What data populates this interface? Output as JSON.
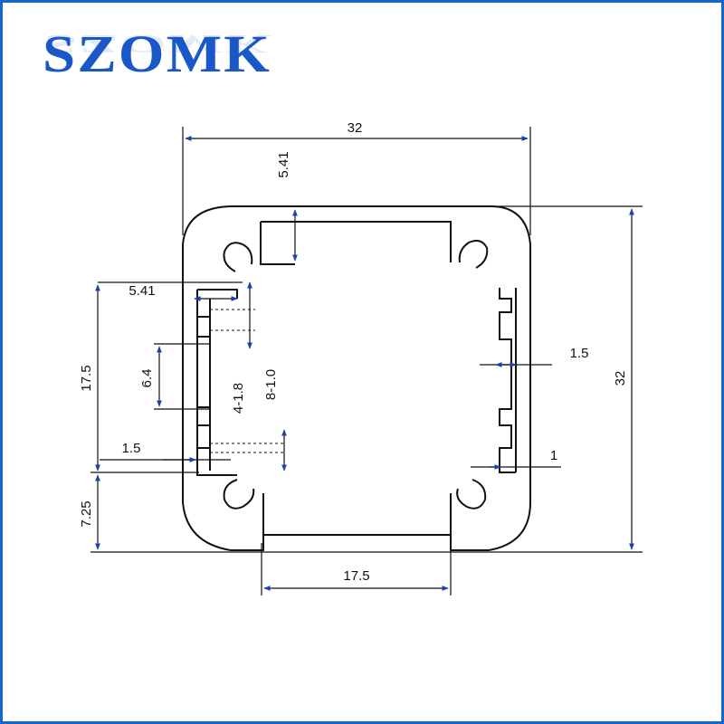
{
  "brand": {
    "logo_text": "SZOMK",
    "accent_color": "#1a57c9",
    "frame_color": "#1565d8"
  },
  "dimensions": {
    "overall_width": "32",
    "overall_height": "32",
    "top_wall": "5.41",
    "left_wall": "5.41",
    "left_opening": "17.5",
    "slot_pitch": "6.4",
    "slot_width_a": "4-1.8",
    "slot_width_b": "8-1.0",
    "left_fin": "1.5",
    "right_fin": "1.5",
    "bottom_offset": "7.25",
    "bottom_opening": "17.5",
    "right_gap": "1"
  }
}
